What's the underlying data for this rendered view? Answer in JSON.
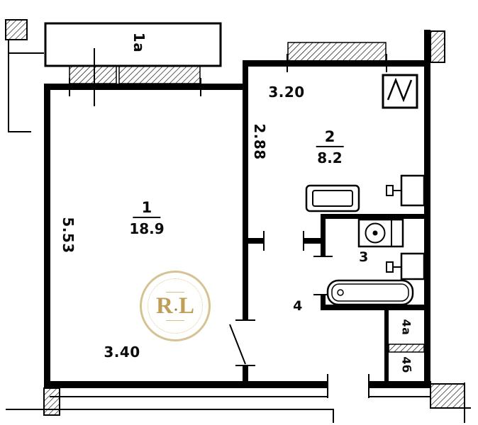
{
  "rooms": {
    "balcony": {
      "label": "1а"
    },
    "living_room": {
      "number": "1",
      "area": "18.9",
      "dim_vertical": "5.53",
      "dim_horizontal": "3.40"
    },
    "kitchen": {
      "number": "2",
      "area": "8.2",
      "dim_horizontal": "3.20",
      "dim_vertical": "2.88"
    },
    "bathroom": {
      "number": "3"
    },
    "hallway": {
      "number": "4"
    },
    "closet_a": {
      "label": "4а"
    },
    "closet_b": {
      "label": "4б"
    }
  },
  "fixtures": [
    "stove-icon",
    "kitchen-sink-icon",
    "washbasin-icon",
    "toilet-icon",
    "bathtub-icon"
  ],
  "watermark": {
    "left": "R",
    "separator": "•",
    "right": "L",
    "color": "#b5923c"
  },
  "colors": {
    "line": "#000000",
    "background": "#ffffff"
  }
}
